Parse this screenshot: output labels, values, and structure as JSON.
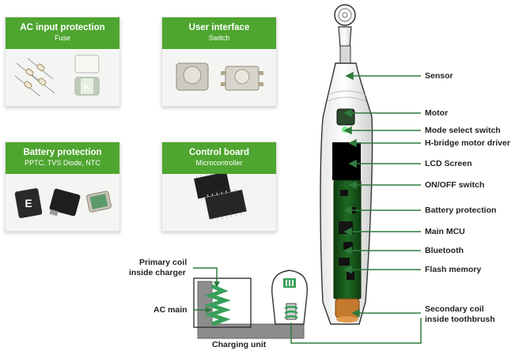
{
  "colors": {
    "accent_green": "#4ea52f",
    "leader_green": "#2f7b3d",
    "coil_green": "#37a05a",
    "gray_line": "#8c8c8c"
  },
  "cards": [
    {
      "title": "AC input protection",
      "subtitle": "Fuse"
    },
    {
      "title": "User interface",
      "subtitle": "Switch"
    },
    {
      "title": "Battery protection",
      "subtitle": "PPTC, TVS Diode, NTC"
    },
    {
      "title": "Control board",
      "subtitle": "Microcontroller"
    }
  ],
  "component_labels": {
    "sensor": "Sensor",
    "motor": "Motor",
    "mode_select": "Mode select switch",
    "h_bridge": "H-bridge motor driver",
    "lcd": "LCD Screen",
    "onoff": "ON/OFF switch",
    "battery_protection": "Battery protection",
    "main_mcu": "Main MCU",
    "bluetooth": "Bluetooth",
    "flash": "Flash memory",
    "secondary_coil_1": "Secondary coil",
    "secondary_coil_2": "inside toothbrush"
  },
  "charger_labels": {
    "primary_coil_1": "Primary coil",
    "primary_coil_2": "inside charger",
    "ac_main": "AC main",
    "charging_unit": "Charging unit"
  },
  "chip_letters": {
    "fuse_chip": "K",
    "pptc_chip": "E"
  }
}
